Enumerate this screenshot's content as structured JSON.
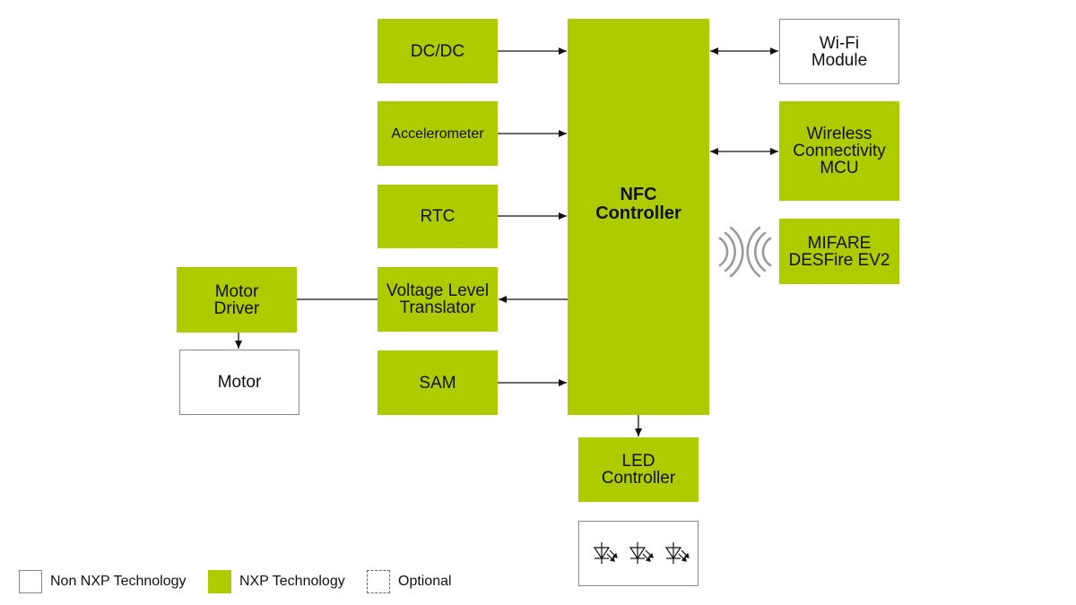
{
  "blocks": {
    "dcdc": "DC/DC",
    "accelerometer": "Accelerometer",
    "rtc": "RTC",
    "voltage_level_translator": "Voltage Level\nTranslator",
    "sam": "SAM",
    "nfc_controller": "NFC\nController",
    "wifi_module": "Wi-Fi\nModule",
    "wireless_mcu": "Wireless\nConnectivity\nMCU",
    "mifare": "MIFARE\nDESFire EV2",
    "motor_driver": "Motor\nDriver",
    "motor": "Motor",
    "led_controller": "LED\nController"
  },
  "legend": {
    "non_nxp": "Non NXP Technology",
    "nxp": "NXP Technology",
    "optional": "Optional"
  },
  "colors": {
    "nxp_green": "#aecb00",
    "border_gray": "#8a8a8a",
    "line": "#111111"
  },
  "icons": [
    "led-diode-icon",
    "led-diode-icon",
    "led-diode-icon",
    "wireless-signal-icon"
  ]
}
